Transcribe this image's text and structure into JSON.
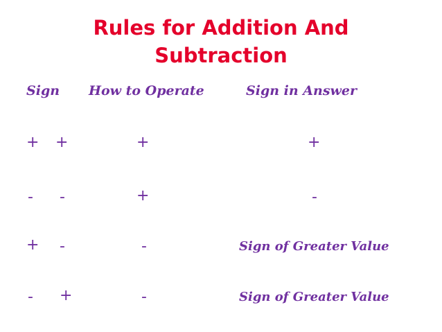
{
  "title": {
    "line1": "Rules for Addition And",
    "line2": "Subtraction"
  },
  "table": {
    "headers": [
      "Sign",
      "How to Operate",
      "Sign in Answer"
    ],
    "rows": [
      {
        "sign_a": "+",
        "sign_b": "+",
        "operate": "+",
        "answer": "+"
      },
      {
        "sign_a": "-",
        "sign_b": "-",
        "operate": "+",
        "answer": "-"
      },
      {
        "sign_a": "+",
        "sign_b": "-",
        "operate": "-",
        "answer": "Sign of Greater Value"
      },
      {
        "sign_a": "-",
        "sign_b": "+",
        "operate": "-",
        "answer": "Sign of Greater Value"
      }
    ]
  },
  "colors": {
    "title": "#e4002b",
    "body": "#7030a0",
    "background": "#ffffff"
  }
}
